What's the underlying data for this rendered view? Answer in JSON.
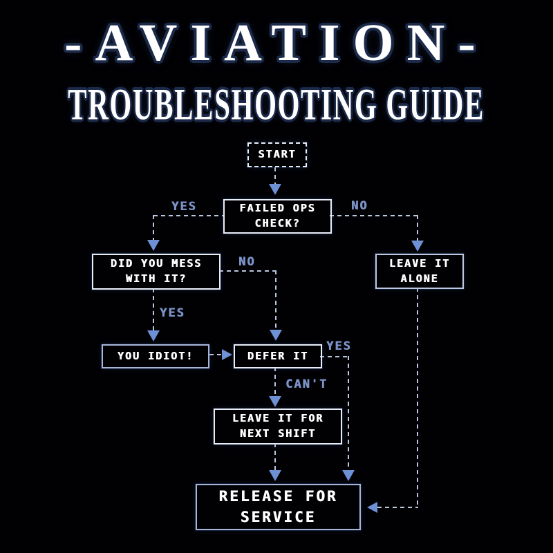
{
  "title": {
    "main": "-AVIATION-",
    "subtitle": "TROUBLESHOOTING GUIDE"
  },
  "nodes": {
    "start": {
      "text": "START"
    },
    "failed_ops_check": {
      "text": "FAILED OPS\nCHECK?"
    },
    "did_you_mess": {
      "text": "DID YOU MESS\nWITH IT?"
    },
    "leave_it_alone": {
      "text": "LEAVE IT\nALONE"
    },
    "you_idiot": {
      "text": "YOU IDIOT!"
    },
    "defer_it": {
      "text": "DEFER IT"
    },
    "leave_for_next_shift": {
      "text": "LEAVE IT FOR\nNEXT SHIFT"
    },
    "release_for_service": {
      "text": "RELEASE FOR\nSERVICE"
    }
  },
  "edge_labels": {
    "failed_yes": "YES",
    "failed_no": "NO",
    "mess_no": "NO",
    "mess_yes": "YES",
    "defer_yes": "YES",
    "defer_cant": "CAN'T"
  },
  "edges": [
    {
      "from": "START",
      "to": "FAILED OPS CHECK?",
      "label": ""
    },
    {
      "from": "FAILED OPS CHECK?",
      "to": "DID YOU MESS WITH IT?",
      "label": "YES"
    },
    {
      "from": "FAILED OPS CHECK?",
      "to": "LEAVE IT ALONE",
      "label": "NO"
    },
    {
      "from": "DID YOU MESS WITH IT?",
      "to": "YOU IDIOT!",
      "label": "YES"
    },
    {
      "from": "DID YOU MESS WITH IT?",
      "to": "DEFER IT",
      "label": "NO"
    },
    {
      "from": "YOU IDIOT!",
      "to": "DEFER IT",
      "label": ""
    },
    {
      "from": "DEFER IT",
      "to": "RELEASE FOR SERVICE",
      "label": "YES"
    },
    {
      "from": "DEFER IT",
      "to": "LEAVE IT FOR NEXT SHIFT",
      "label": "CAN'T"
    },
    {
      "from": "LEAVE IT FOR NEXT SHIFT",
      "to": "RELEASE FOR SERVICE",
      "label": ""
    },
    {
      "from": "LEAVE IT ALONE",
      "to": "RELEASE FOR SERVICE",
      "label": ""
    }
  ],
  "colors": {
    "background": "#010104",
    "box_text": "#ffffff",
    "border_white": "#e9edf5",
    "border_light": "#bdc9e2",
    "border_blue": "#a7b5d8",
    "dash": "#bcc7e0",
    "arrow": "#6e90d4",
    "label": "#7d93c8",
    "title_fill": "#ffffff",
    "title_outline": "#1c2a4a"
  }
}
